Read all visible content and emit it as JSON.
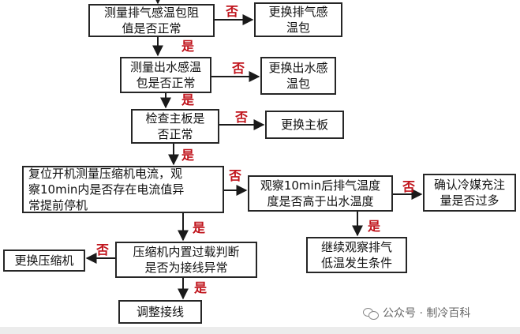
{
  "nodes": {
    "n1": "测量排气感温包阻\n值是否正常",
    "n1_no": "更换排气感\n温包",
    "n2": "测量出水感温\n包是否正常",
    "n2_no": "更换出水感\n温包",
    "n3": "检查主板是\n否正常",
    "n3_no": "更换主板",
    "n4": "复位开机测量压缩机电流，观\n察10min内是否存在电流值异\n常提前停机",
    "n5": "观察10min后排气温度\n度是否高于出水温度",
    "n5_no": "确认冷媒充注\n量是否过多",
    "n5_yes": "继续观察排气\n低温发生条件",
    "n6": "压缩机内置过载判断\n是否为接线异常",
    "n6_no": "更换压缩机",
    "n6_yes": "调整接线"
  },
  "labels": {
    "yes": "是",
    "no": "否"
  },
  "watermark": "公众号 · 制冷百科",
  "colors": {
    "border": "#262626",
    "label": "#c0141c",
    "arrow": "#1a1a1a"
  }
}
